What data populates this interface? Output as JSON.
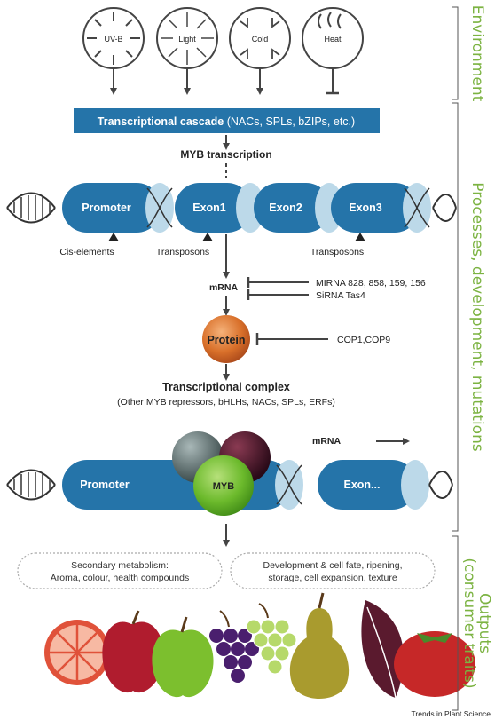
{
  "stressors": [
    {
      "label": "UV-B",
      "effect": "activate"
    },
    {
      "label": "Light",
      "effect": "activate"
    },
    {
      "label": "Cold",
      "effect": "activate"
    },
    {
      "label": "Heat",
      "effect": "repress"
    }
  ],
  "cascade_bold": "Transcriptional cascade",
  "cascade_rest": " (NACs, SPLs, bZIPs, etc.)",
  "myb_transcription": "MYB transcription",
  "gene": {
    "promoter": "Promoter",
    "exon1": "Exon1",
    "exon2": "Exon2",
    "exon3": "Exon3"
  },
  "gene_elements": {
    "cis": "Cis-elements",
    "transposons1": "Transposons",
    "transposons2": "Transposons"
  },
  "mrna": "mRNA",
  "regulators": {
    "mirna": "MIRNA 828, 858, 159, 156",
    "sirna": "SiRNA Tas4",
    "cop": "COP1,COP9"
  },
  "protein": "Protein",
  "complex_title": "Transcriptional complex",
  "complex_sub": "(Other MYB repressors, bHLHs, NACs, SPLs, ERFs)",
  "bottom_gene": {
    "promoter": "Promoter",
    "exon": "Exon...",
    "myb": "MYB",
    "mrna": "mRNA"
  },
  "outputs": {
    "left": [
      "Secondary metabolism:",
      "Aroma, colour, health compounds"
    ],
    "right": [
      "Development & cell fate, ripening,",
      "storage, cell expansion, texture"
    ]
  },
  "side_labels": {
    "environment": "Environment",
    "processes": "Processes, development, mutations",
    "outputs_line1": "Outputs",
    "outputs_line2": "(consumer traits)"
  },
  "credit": "Trends in Plant Science",
  "colors": {
    "blue": "#2574a9",
    "light_blue": "#bcd9e9",
    "green_text": "#7cb342",
    "protein": "#d9702a"
  }
}
